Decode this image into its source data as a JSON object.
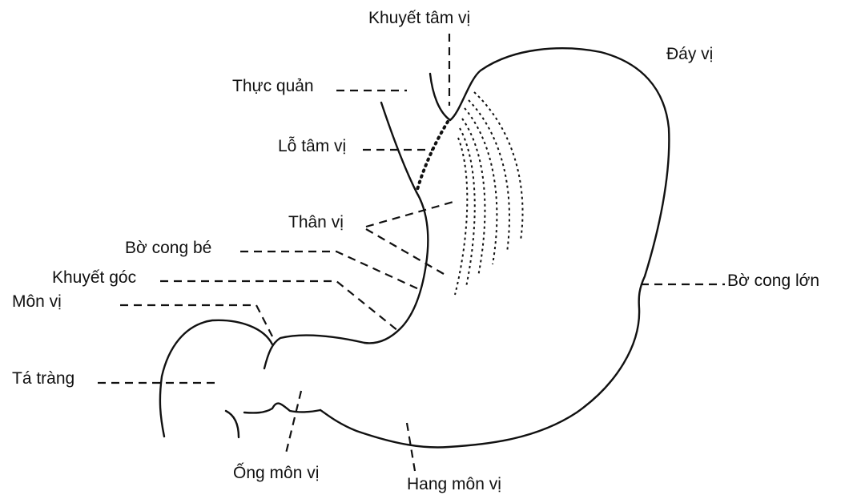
{
  "labels": {
    "khuyet_tam_vi": "Khuyết tâm vị",
    "day_vi": "Đáy vị",
    "thuc_quan": "Thực quản",
    "lo_tam_vi": "Lỗ tâm vị",
    "than_vi": "Thân vị",
    "bo_cong_be": "Bờ cong bé",
    "khuyet_goc": "Khuyết góc",
    "mon_vi": "Môn vị",
    "bo_cong_lon": "Bờ cong lớn",
    "ta_trang": "Tá tràng",
    "ong_mon_vi": "Ống môn vị",
    "hang_mon_vi": "Hang môn vị"
  },
  "colors": {
    "ink": "#111111",
    "background": "#ffffff"
  }
}
